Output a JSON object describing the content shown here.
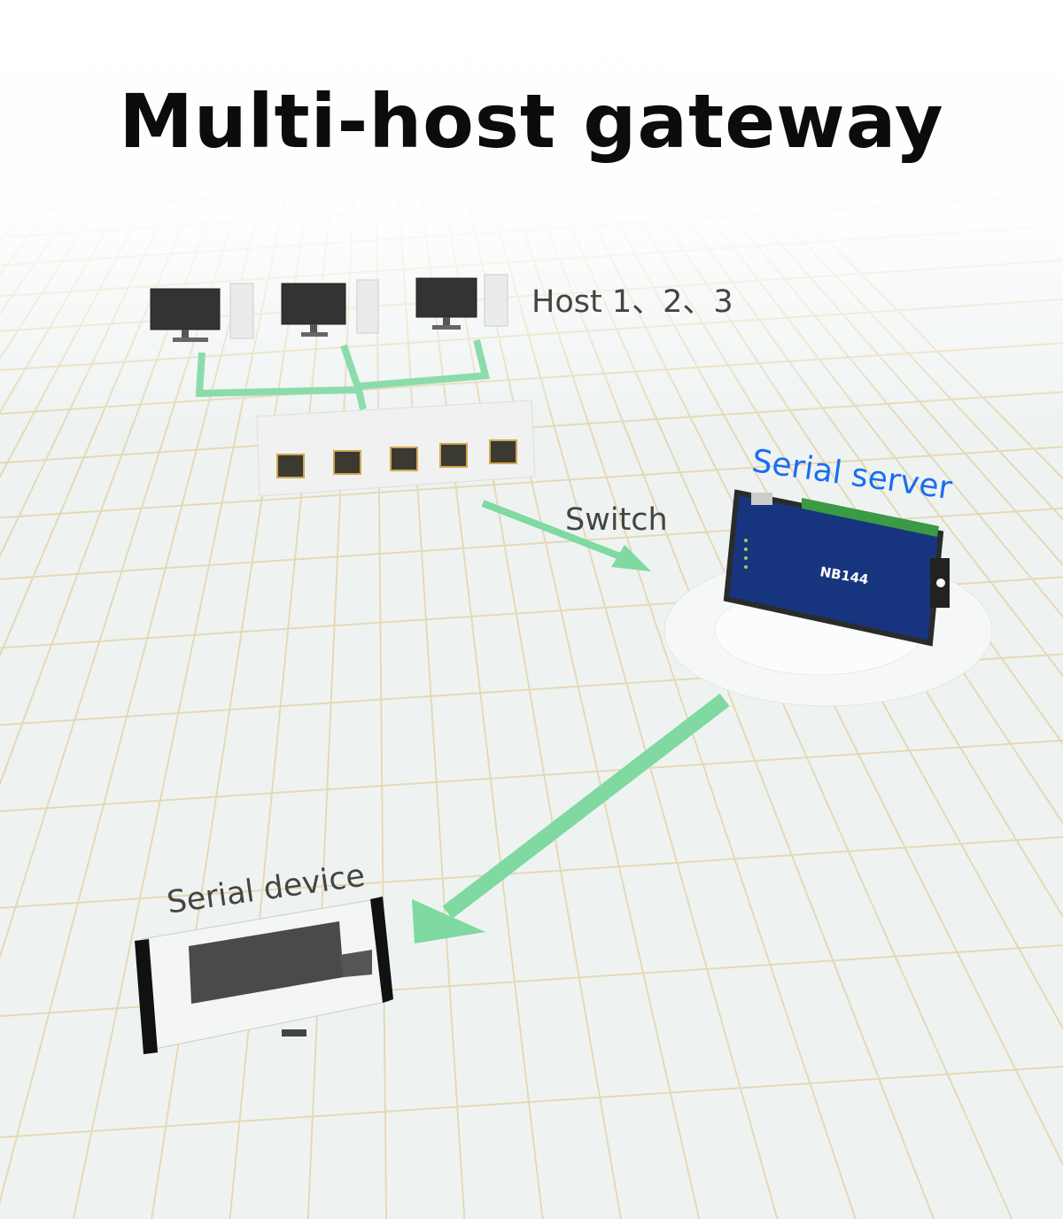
{
  "title": "Multi-host gateway",
  "labels": {
    "hosts": "Host 1、2、3",
    "switch": "Switch",
    "serial_server": "Serial server",
    "serial_device": "Serial device"
  },
  "device": {
    "model": "NB144"
  },
  "colors": {
    "arrow": "#7fd9a0",
    "accent_label": "#1a6ef0",
    "device_blue": "#15327a",
    "grid": "#e8d9b8"
  }
}
